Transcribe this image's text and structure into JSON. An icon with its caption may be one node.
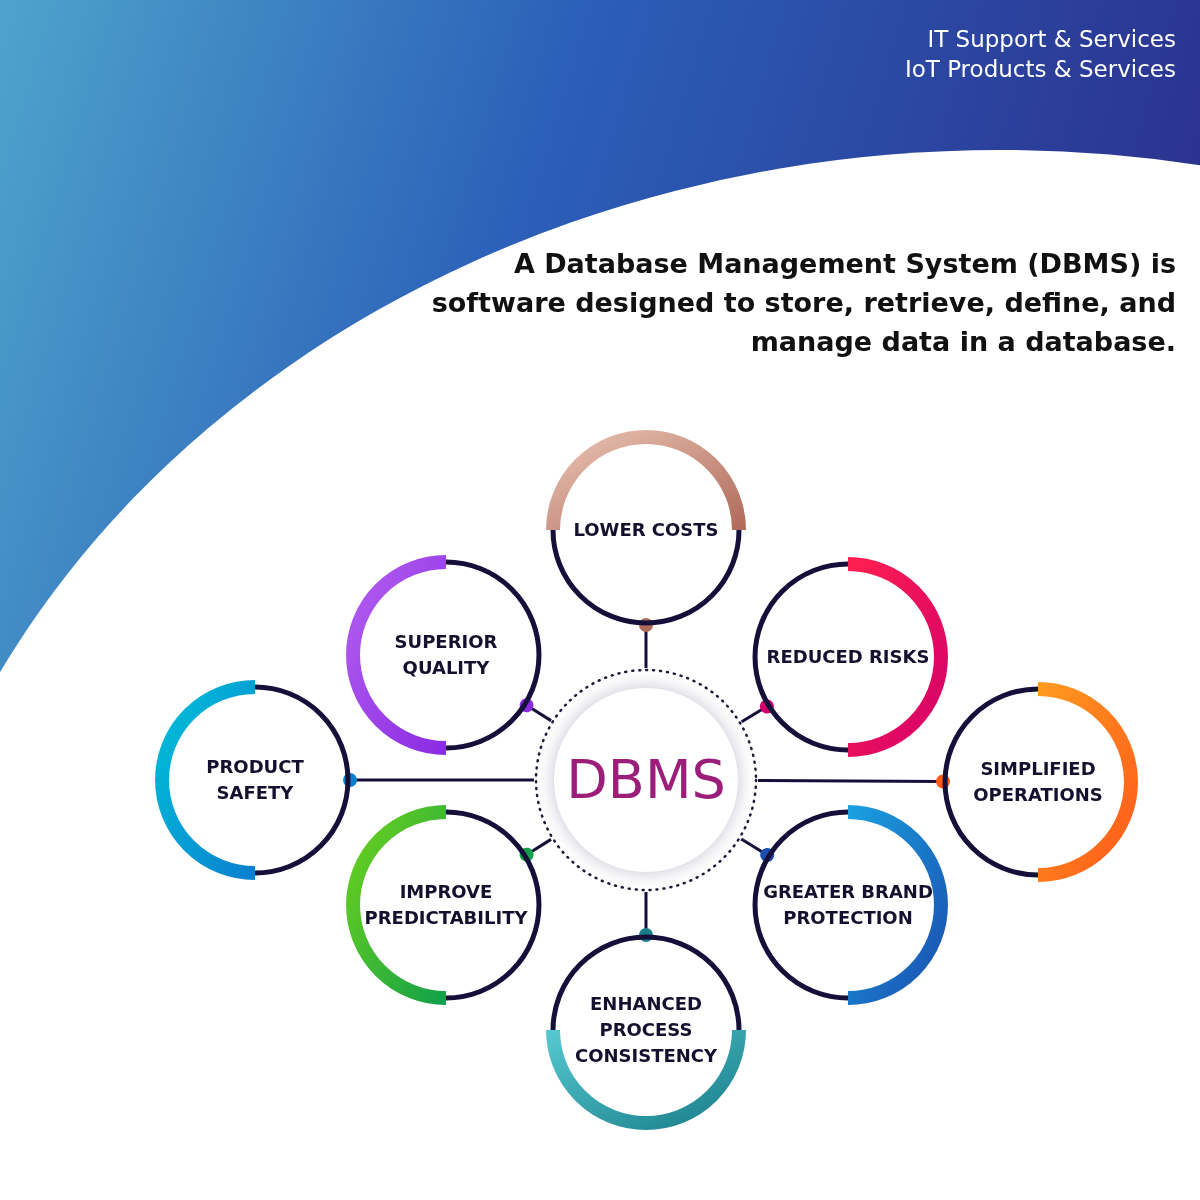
{
  "diagram": {
    "title": "A **Database Management System (DBMS)** is software designed to store, retrieve, define, and manage data in a database.",
    "nodes": [
      {
        "text": [
          "DBMS"
        ]
      },
      {
        "text": [
          "LOWER COSTS"
        ]
      },
      {
        "text": [
          "SUPERIOR QUALITY"
        ]
      },
      {
        "text": [
          "REDUCED RISKS"
        ]
      },
      {
        "text": [
          "PRODUCT SAFETY"
        ]
      },
      {
        "text": [
          "SIMPLIFIED OPERATIONS"
        ]
      },
      {
        "text": [
          "IMPROVE PREDICTABILITY"
        ]
      },
      {
        "text": [
          "GREATER BRAND PROTECTION"
        ]
      },
      {
        "text": [
          "ENHANCED PROCESS CONSISTENCY"
        ]
      }
    ],
    "edges": [
      {
        "from": 0,
        "to": 1,
        "arrow": "other"
      },
      {
        "from": 0,
        "to": 2,
        "arrow": "other"
      },
      {
        "from": 0,
        "to": 3,
        "arrow": "other"
      },
      {
        "from": 0,
        "to": 4,
        "arrow": "other"
      },
      {
        "from": 0,
        "to": 5,
        "arrow": "other"
      },
      {
        "from": 0,
        "to": 6,
        "arrow": "other"
      },
      {
        "from": 0,
        "to": 7,
        "arrow": "other"
      },
      {
        "from": 0,
        "to": 8,
        "arrow": "other"
      }
    ],
    "labels": [
      "IT Support & Services",
      "IoT Products & Services"
    ]
  }
}
